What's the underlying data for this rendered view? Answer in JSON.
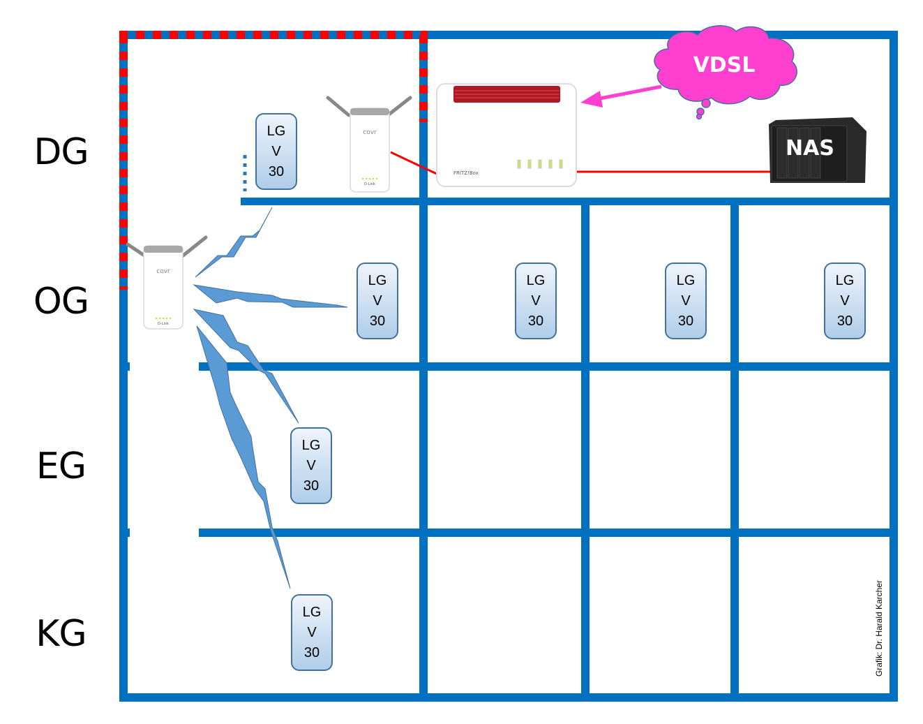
{
  "floors": [
    {
      "id": "DG",
      "label": "DG"
    },
    {
      "id": "OG",
      "label": "OG"
    },
    {
      "id": "EG",
      "label": "EG"
    },
    {
      "id": "KG",
      "label": "KG"
    }
  ],
  "devices": {
    "router": {
      "name": "FRITZ!Box",
      "brand_text": "FRITZ!Box"
    },
    "nas": {
      "label": "NAS"
    },
    "internet": {
      "label": "VDSL"
    },
    "repeater_dg": {
      "brand_top": "covr",
      "brand_bottom": "D-Link"
    },
    "repeater_og": {
      "brand_top": "covr",
      "brand_bottom": "D-Link"
    }
  },
  "phones": [
    {
      "floor": "DG",
      "lines": [
        "LG",
        "V",
        "30"
      ]
    },
    {
      "floor": "OG",
      "lines": [
        "LG",
        "V",
        "30"
      ]
    },
    {
      "floor": "OG",
      "lines": [
        "LG",
        "V",
        "30"
      ]
    },
    {
      "floor": "OG",
      "lines": [
        "LG",
        "V",
        "30"
      ]
    },
    {
      "floor": "OG",
      "lines": [
        "LG",
        "V",
        "30"
      ]
    },
    {
      "floor": "EG",
      "lines": [
        "LG",
        "V",
        "30"
      ]
    },
    {
      "floor": "KG",
      "lines": [
        "LG",
        "V",
        "30"
      ]
    }
  ],
  "credit": "Grafik: Dr. Harald Karcher",
  "colors": {
    "wall": "#0070c0",
    "cable": "#ff0000",
    "cloud": "#ff3fcf",
    "signal": "#5b9bd5",
    "highlight_dash": "#ff0000"
  }
}
